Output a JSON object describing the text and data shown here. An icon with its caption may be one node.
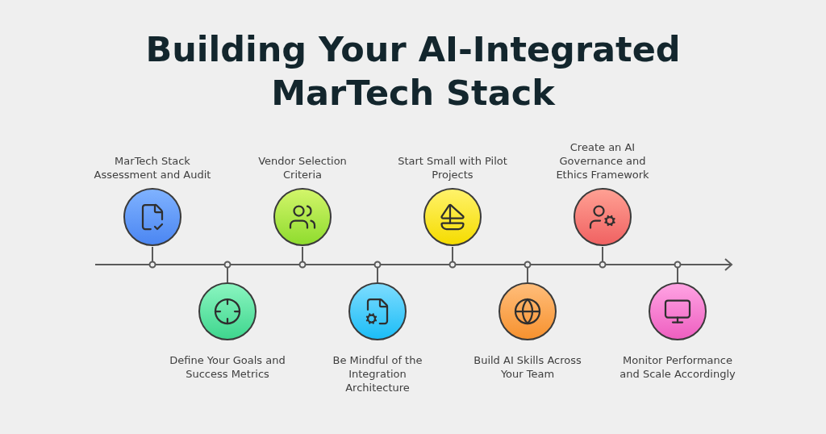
{
  "diagram": {
    "title": "Building Your AI-Integrated MarTech Stack",
    "nodes": [
      {
        "text": [
          "MarTech Stack Assessment and Audit"
        ]
      },
      {
        "text": [
          "Define Your Goals and Success Metrics"
        ]
      },
      {
        "text": [
          "Vendor Selection Criteria"
        ]
      },
      {
        "text": [
          "Be Mindful of the Integration Architecture"
        ]
      },
      {
        "text": [
          "Start Small with Pilot Projects"
        ]
      },
      {
        "text": [
          "Build AI Skills Across Your Team"
        ]
      },
      {
        "text": [
          "Create an AI Governance and Ethics Framework"
        ]
      },
      {
        "text": [
          "Monitor Performance and Scale Accordingly"
        ]
      },
      {
        "text": [],
        "shape": "bar"
      }
    ],
    "edges": [
      {
        "from": 0,
        "to": 8,
        "arrow": "none"
      },
      {
        "from": 1,
        "to": 8,
        "arrow": "none"
      },
      {
        "from": 2,
        "to": 8,
        "arrow": "none"
      },
      {
        "from": 3,
        "to": 8,
        "arrow": "none"
      },
      {
        "from": 4,
        "to": 8,
        "arrow": "none"
      },
      {
        "from": 5,
        "to": 8,
        "arrow": "none"
      },
      {
        "from": 6,
        "to": 8,
        "arrow": "none"
      },
      {
        "from": 7,
        "to": 8,
        "arrow": "none"
      }
    ]
  }
}
